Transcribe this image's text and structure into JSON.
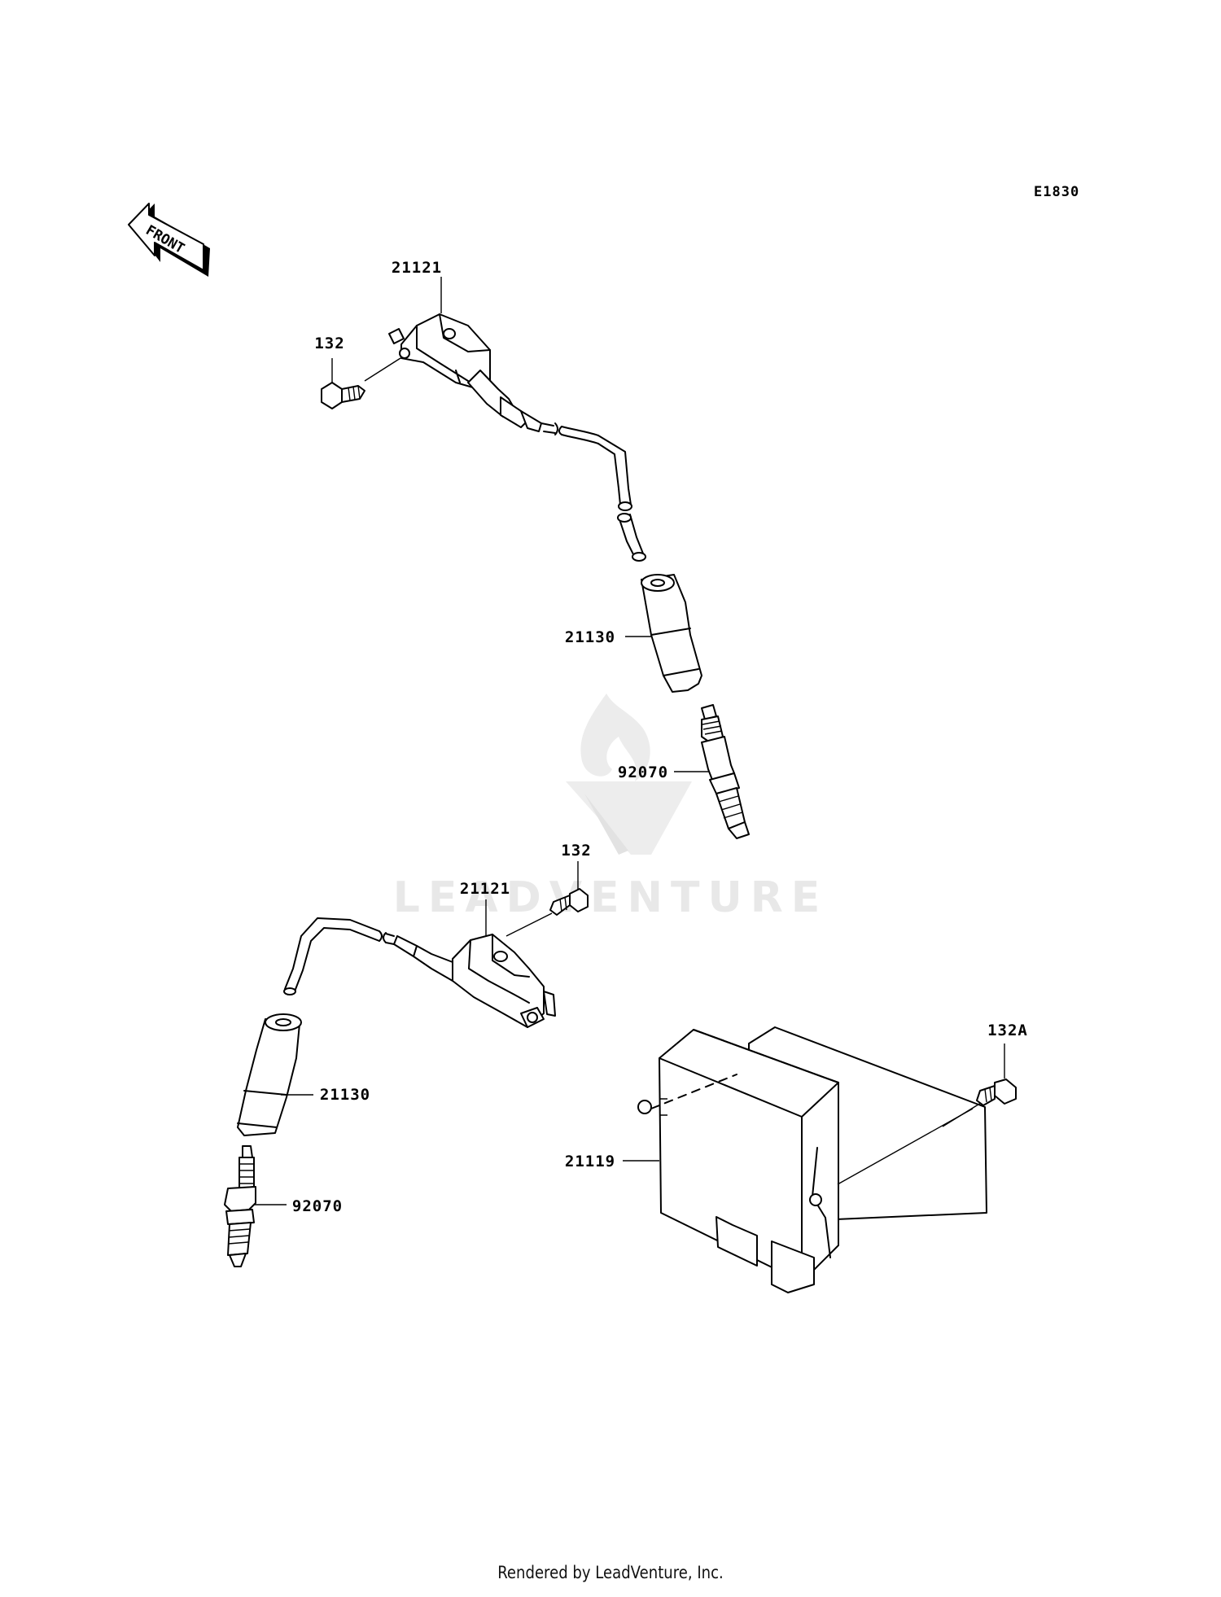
{
  "diagram_code": "E1830",
  "front_indicator": "FRONT",
  "callouts": {
    "coil_upper": "21121",
    "bolt_upper": "132",
    "cap_upper": "21130",
    "plug_upper": "92070",
    "bolt_lower": "132",
    "coil_lower": "21121",
    "cap_lower": "21130",
    "plug_lower": "92070",
    "igniter": "21119",
    "bolt_igniter": "132A"
  },
  "watermark": "LEADVENTURE",
  "footer": "Rendered by LeadVenture, Inc."
}
